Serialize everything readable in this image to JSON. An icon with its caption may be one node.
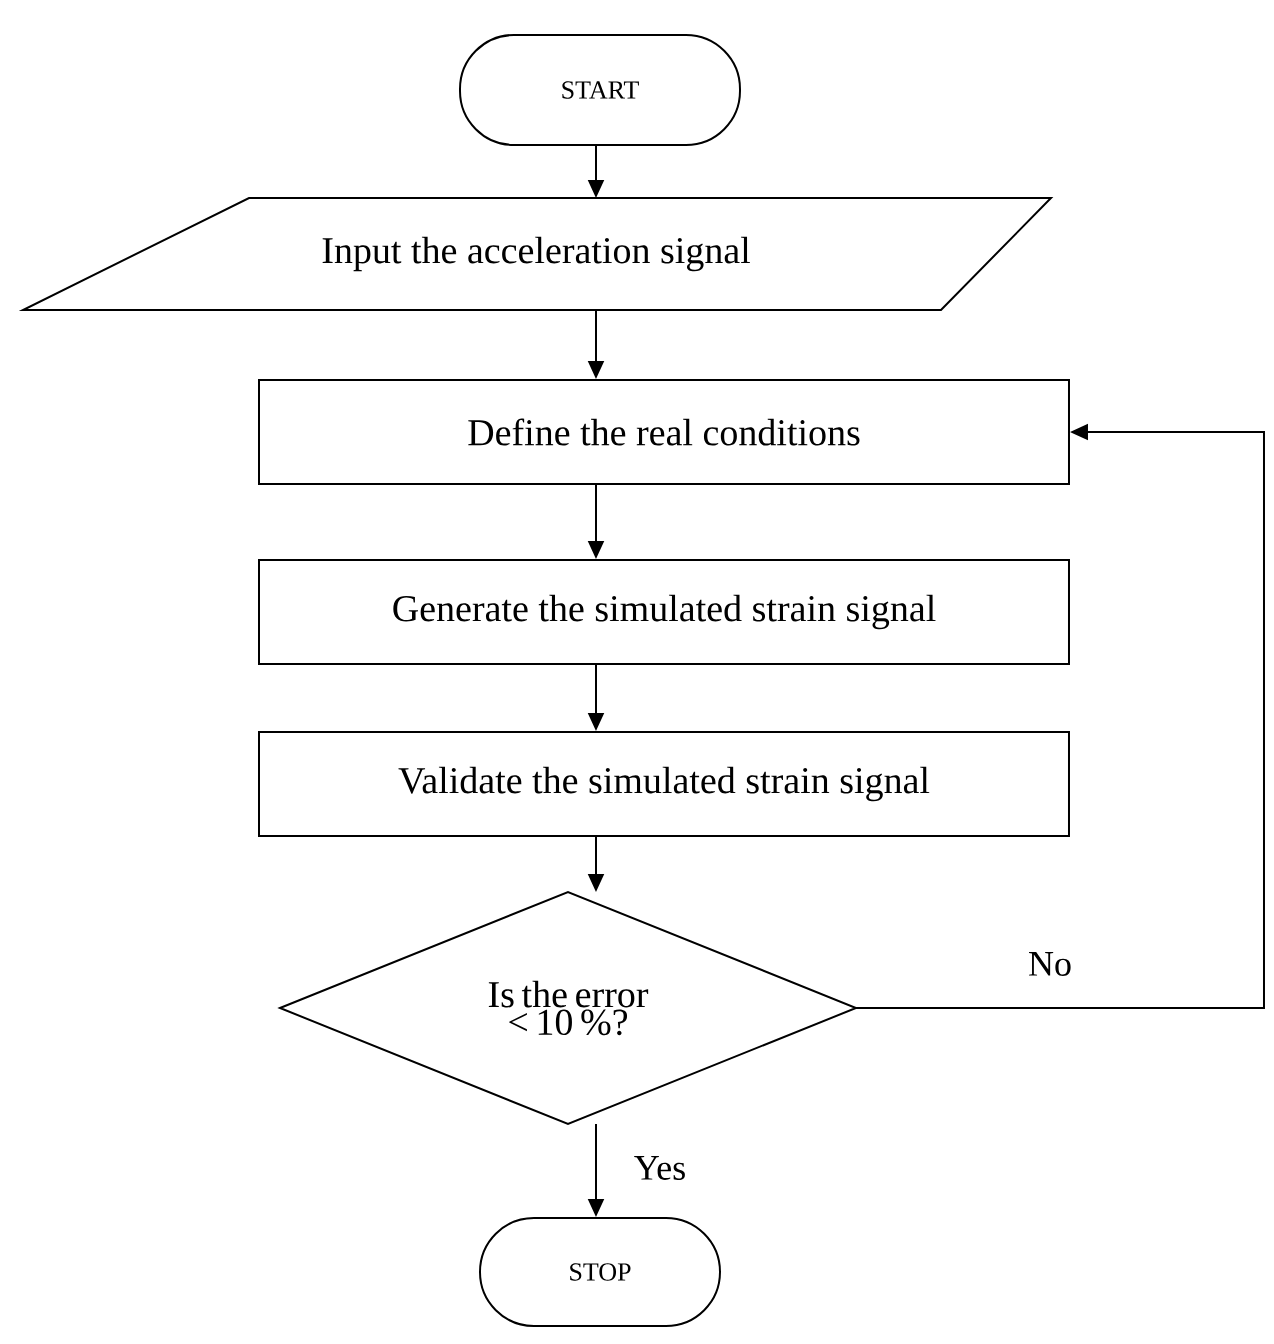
{
  "diagram": {
    "nodes": [
      {
        "text": [
          "START"
        ]
      },
      {
        "text": [
          "Input the acceleration signal"
        ]
      },
      {
        "text": [
          "Define the real conditions"
        ]
      },
      {
        "text": [
          "Generate the simulated strain signal"
        ]
      },
      {
        "text": [
          "Validate the simulated strain signal"
        ]
      },
      {
        "text": [
          "Is the error < 10 %?"
        ]
      },
      {
        "text": [
          "STOP"
        ]
      }
    ],
    "edges": [
      {
        "from": 0,
        "to": 1,
        "arrow": "to"
      },
      {
        "from": 1,
        "to": 2,
        "arrow": "to"
      },
      {
        "from": 2,
        "to": 3,
        "arrow": "to"
      },
      {
        "from": 3,
        "to": 4,
        "arrow": "to"
      },
      {
        "from": 4,
        "to": 5,
        "arrow": "to"
      },
      {
        "from": 5,
        "to": 6,
        "arrow": "to",
        "label": "Yes"
      },
      {
        "from": 5,
        "to": 2,
        "arrow": "to",
        "label": "No"
      }
    ]
  }
}
